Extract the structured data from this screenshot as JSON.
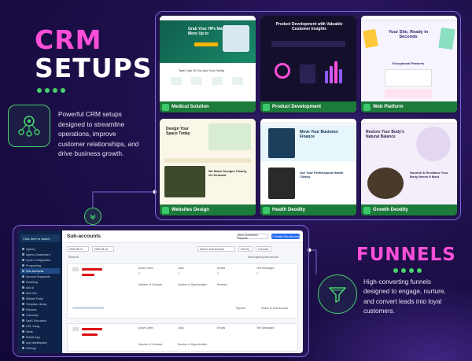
{
  "hero": {
    "title_line1": "CRM",
    "title_line2": "SETUPS",
    "description": "Powerful CRM setups designed to streamline operations, improve customer relationships, and drive business growth."
  },
  "gallery": {
    "cards": [
      {
        "label": "Medical Solution",
        "headline": "Grab Your HPs Make More Up to",
        "section": "Take Care Of You And Your Family"
      },
      {
        "label": "Product Development",
        "headline": "Product Development with Valuable Customer Insights"
      },
      {
        "label": "Web Platform",
        "headline": "Your Site, Ready in Seconds",
        "section": "Exceptional Features"
      },
      {
        "label": "Websites Design",
        "headline": "Design Your Space Today",
        "section": "We Make Designs Clearly, On Demand"
      },
      {
        "label": "Health Deodity",
        "headline": "Move Your Business Finance",
        "section": "Our Your Professional Health Clearly"
      },
      {
        "label": "Growth Deodity",
        "headline": "Restore Your Body's Natural Balance",
        "section": "Nourish & Revitalize Your Body Needs It Most"
      }
    ]
  },
  "dashboard": {
    "location_label": "Click here to switch",
    "page_title": "Sub-accounts",
    "buttons": {
      "view_scheduled": "View Scheduled Reports",
      "create": "+ Create Sub-Account"
    },
    "filters": {
      "date_from": "2024-08-01",
      "date_to": "2024-08-31",
      "search_placeholder": "Search Sub-Account",
      "sort_by": "Sort by",
      "show_all": "Show all",
      "compare_label": "Show agency last amount",
      "view": "Columns"
    },
    "sidebar": [
      "Agency",
      "Agency Dashboard",
      "Quick Configuration",
      "Prospecting",
      "Sub-Accounts",
      "Account Snapshots",
      "Reselling",
      "Ask AI",
      "Ads Gen",
      "Affiliate Portal",
      "Template Library",
      "Partners",
      "University",
      "SaaS Education",
      "GHL Swag",
      "Ideas",
      "Mobile App",
      "App Marketplace",
      "Settings"
    ],
    "active_sidebar_index": 4,
    "account_card": {
      "cols": [
        "Active Users",
        "Calls",
        "Emails",
        "Text Messages"
      ],
      "row1": [
        "0",
        "0",
        "0",
        "0"
      ],
      "row2_labels": [
        "Number of Contacts",
        "Number of Opportunities",
        "Reviews"
      ],
      "bottom_links": [
        "Reports",
        "Switch to Sub-Account"
      ]
    }
  },
  "funnels": {
    "title": "FUNNELS",
    "description": "High-converting funnels designed to engage, nurture, and convert leads into loyal customers."
  },
  "colors": {
    "accent_pink": "#ff4fd8",
    "accent_green": "#46d36b",
    "bg_purple": "#1e0f4a",
    "card_label_green": "#1c7a3a"
  }
}
